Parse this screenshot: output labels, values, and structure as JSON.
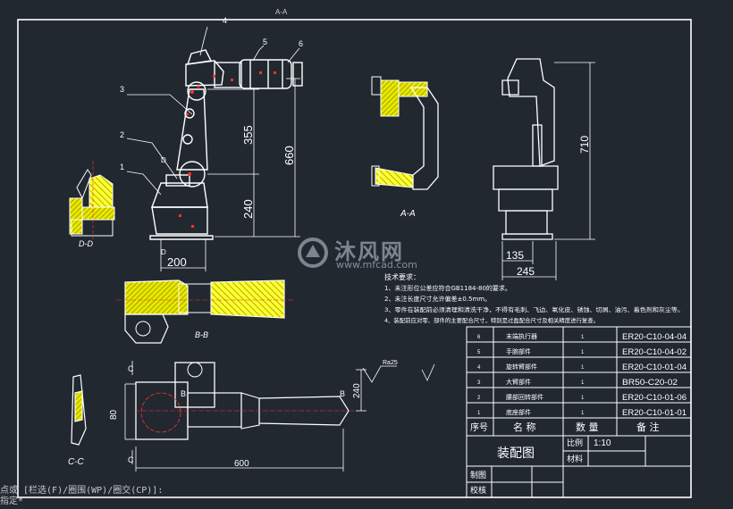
{
  "drawing": {
    "section_top": "A-A",
    "balloons": [
      "1",
      "2",
      "3",
      "4",
      "5",
      "6"
    ],
    "dims": {
      "d355": "355",
      "d660": "660",
      "d240": "240",
      "d200": "200",
      "d710": "710",
      "d135": "135",
      "d245": "245",
      "d600": "600",
      "d80": "80",
      "d240b": "240"
    },
    "letters": {
      "D1": "D",
      "D2": "D",
      "B1": "B",
      "B2": "B",
      "C1": "C",
      "C2": "C"
    },
    "roughness": "Ra25",
    "views": {
      "dd": "D-D",
      "aa": "A-A",
      "bb": "B-B",
      "cc": "C-C"
    }
  },
  "tech_notes": {
    "title": "技术要求：",
    "items": [
      "1、未注形位公差应符合GB1184-80的要求。",
      "2、未注长度尺寸允许偏差±0.5mm。",
      "3、零件在装配前必须清理和清洗干净，不得有毛刺、飞边、氧化皮、锈蚀、切屑、油污、着色剂和灰尘等。",
      "4、装配前应对零、部件的主要配合尺寸，特别是过盈配合尺寸及相关精度进行复查。"
    ]
  },
  "bom": {
    "rows": [
      {
        "no": "6",
        "name": "末端执行器",
        "qty": "1",
        "code": "ER20-C10-04-04"
      },
      {
        "no": "5",
        "name": "手腕部件",
        "qty": "1",
        "code": "ER20-C10-04-02"
      },
      {
        "no": "4",
        "name": "旋转臂部件",
        "qty": "1",
        "code": "ER20-C10-01-04"
      },
      {
        "no": "3",
        "name": "大臂部件",
        "qty": "1",
        "code": "BR50-C20-02"
      },
      {
        "no": "2",
        "name": "腰部回转部件",
        "qty": "1",
        "code": "ER20-C10-01-06"
      },
      {
        "no": "1",
        "name": "底座部件",
        "qty": "1",
        "code": "ER20-C10-01-01"
      }
    ],
    "headers": {
      "no": "序号",
      "name": "名 称",
      "qty": "数 量",
      "note": "备 注"
    }
  },
  "title_block": {
    "title": "装配图",
    "scale_label": "比例",
    "scale_value": "1:10",
    "material_label": "材料",
    "drawn_label": "制图",
    "checked_label": "校核"
  },
  "watermark": {
    "brand": "沐风网",
    "url": "www.mfcad.com"
  },
  "command_line": {
    "line1": "点或 [栏选(F)/圈围(WP)/圈交(CP)]:",
    "line2": "指定*"
  },
  "colors": {
    "background": "#212830",
    "line": "#ffffff",
    "highlight": "#ffff00",
    "accent": "#ff3030"
  }
}
